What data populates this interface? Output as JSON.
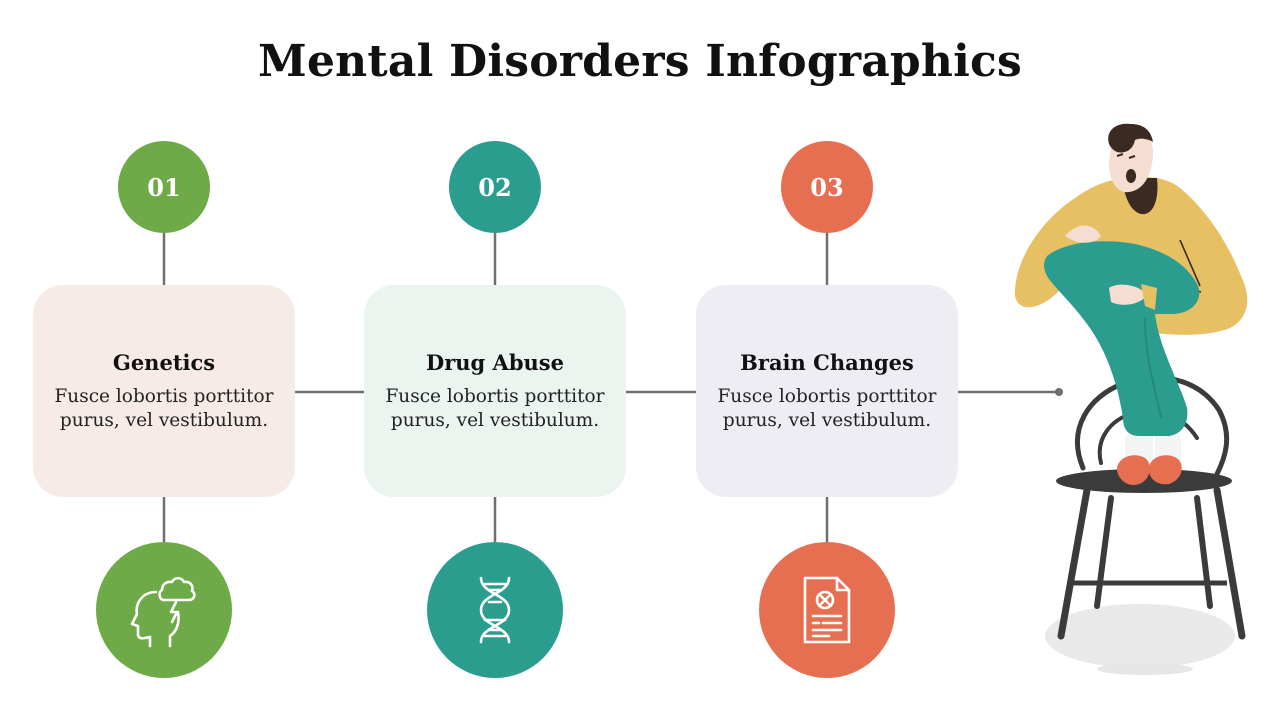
{
  "title": "Mental Disorders Infographics",
  "colors": {
    "green": "#6faa48",
    "teal": "#2a9d8f",
    "orange": "#e76f51",
    "line": "#6f6f6f"
  },
  "steps": [
    {
      "number": "01",
      "title": "Genetics",
      "text": "Fusce lobortis porttitor purus, vel vestibulum.",
      "icon": "head-storm-icon",
      "card_color": "#f6ebe7"
    },
    {
      "number": "02",
      "title": "Drug Abuse",
      "text": "Fusce lobortis porttitor purus, vel vestibulum.",
      "icon": "dna-icon",
      "card_color": "#ebf4ef"
    },
    {
      "number": "03",
      "title": "Brain Changes",
      "text": "Fusce lobortis porttitor purus, vel vestibulum.",
      "icon": "medical-report-icon",
      "card_color": "#efedf4"
    }
  ],
  "illustration": "stressed-man-on-chair"
}
